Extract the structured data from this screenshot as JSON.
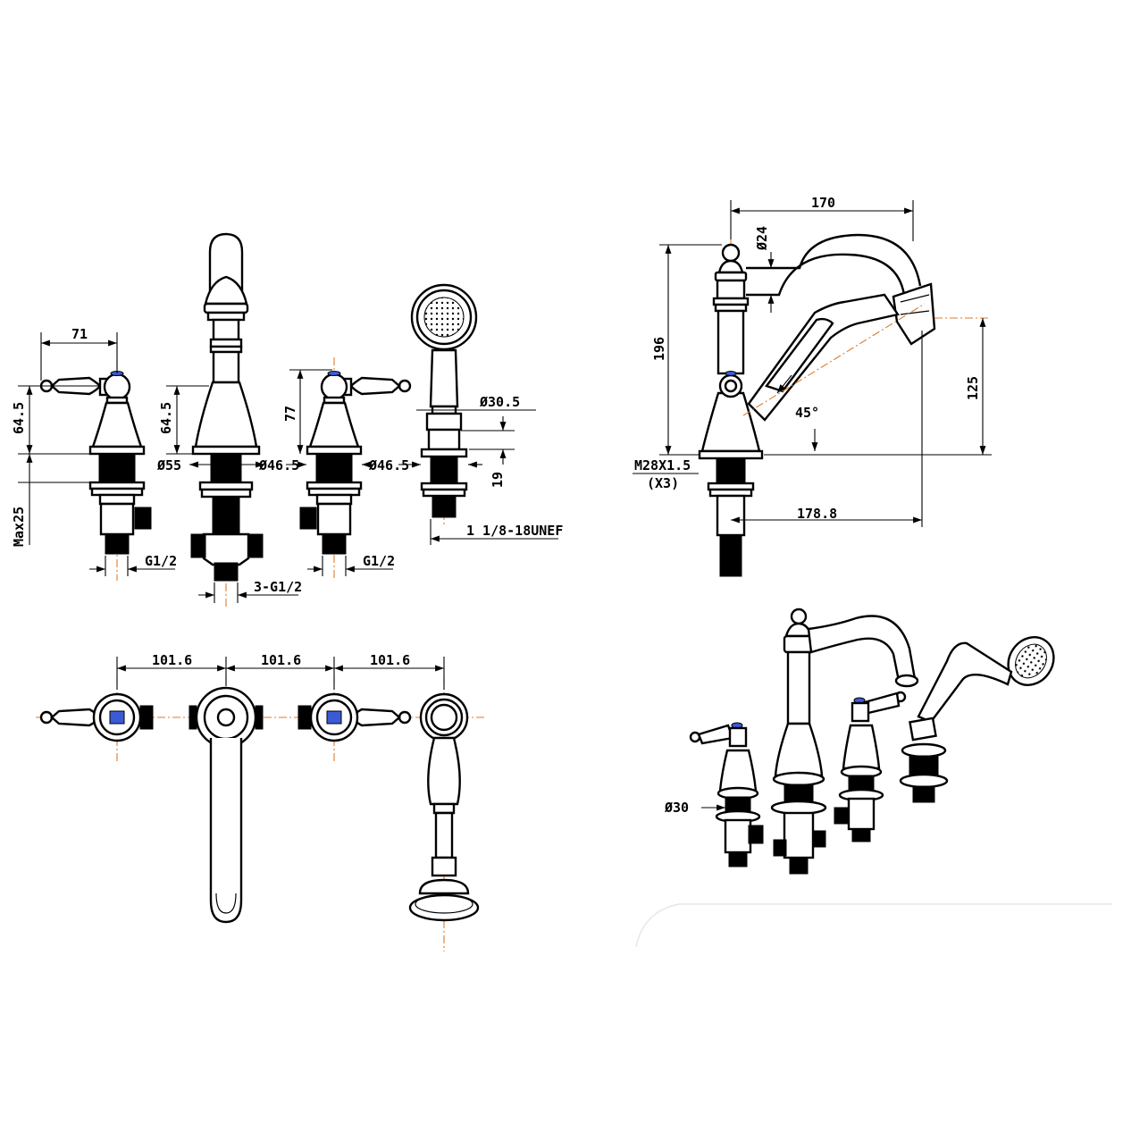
{
  "colors": {
    "line": "#000000",
    "centerline": "#e07a28",
    "handle_marker": "#3b5bd6"
  },
  "front_view": {
    "handle_width": "71",
    "valve_height": "64.5",
    "spout_body_height": "64.5",
    "max_deck": "Max25",
    "dia_spout_base": "Ø55",
    "dia_valve_left": "Ø46.5",
    "dia_valve_right": "Ø46.5",
    "valve_height_right": "77",
    "dia_shower_holder": "Ø30.5",
    "holder_height": "19",
    "thread_left": "G1/2",
    "thread_center": "3-G1/2",
    "thread_right": "G1/2",
    "shower_thread": "1 1/8-18UNEF"
  },
  "side_view": {
    "spout_reach": "170",
    "knob_dia": "Ø24",
    "total_height": "196",
    "outlet_height": "125",
    "angle": "45°",
    "mount_thread": "M28X1.5",
    "mount_qty": "(X3)",
    "hose_reach": "178.8"
  },
  "top_view": {
    "spacing_1": "101.6",
    "spacing_2": "101.6",
    "spacing_3": "101.6"
  },
  "iso_view": {
    "base_dia": "Ø30"
  }
}
